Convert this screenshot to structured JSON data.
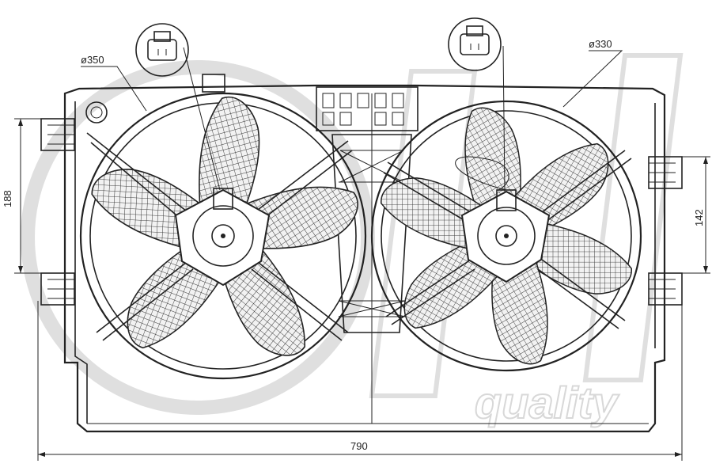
{
  "diagram": {
    "fan_left": {
      "diameter_label": "ø350"
    },
    "fan_right": {
      "diameter_label": "ø330"
    },
    "dimensions": {
      "height_left": "188",
      "height_right": "142",
      "width": "790"
    },
    "watermark": {
      "text": "quality"
    },
    "colors": {
      "line": "#222222",
      "watermark": "#d4d4d4",
      "background": "#ffffff"
    }
  }
}
